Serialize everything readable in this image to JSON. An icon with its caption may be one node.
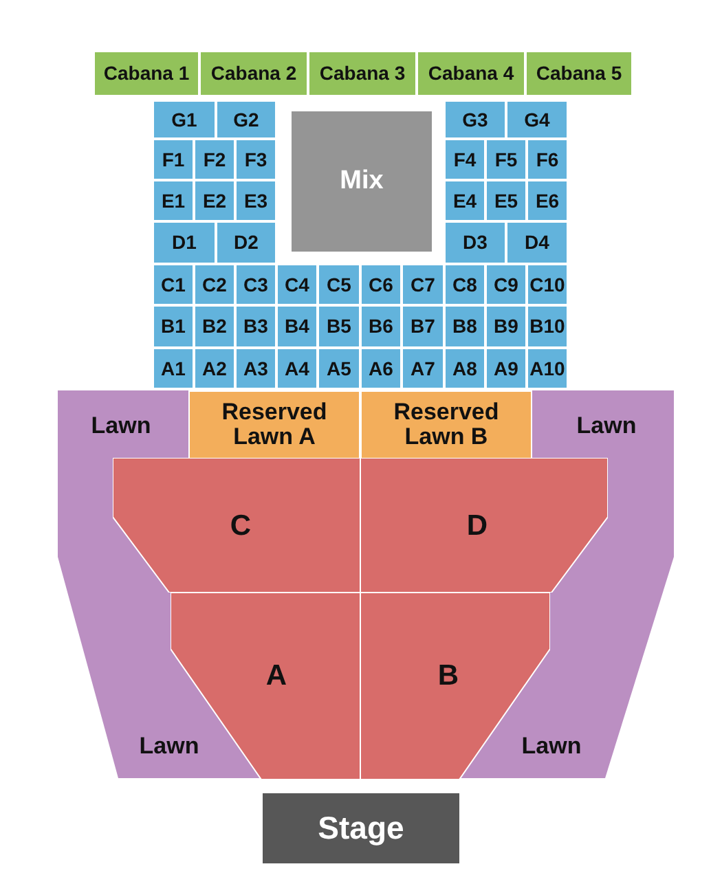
{
  "diagram": {
    "nodes": [
      {
        "text": [
          "Cabana 1"
        ]
      },
      {
        "text": [
          "Cabana 2"
        ]
      },
      {
        "text": [
          "Cabana 3"
        ]
      },
      {
        "text": [
          "Cabana 4"
        ]
      },
      {
        "text": [
          "Cabana 5"
        ]
      },
      {
        "text": [
          "G1"
        ]
      },
      {
        "text": [
          "G2"
        ]
      },
      {
        "text": [
          "Mix"
        ]
      },
      {
        "text": [
          "G3"
        ]
      },
      {
        "text": [
          "G4"
        ]
      },
      {
        "text": [
          "F1"
        ]
      },
      {
        "text": [
          "F2"
        ]
      },
      {
        "text": [
          "F3"
        ]
      },
      {
        "text": [
          "F4"
        ]
      },
      {
        "text": [
          "F5"
        ]
      },
      {
        "text": [
          "F6"
        ]
      },
      {
        "text": [
          "E1"
        ]
      },
      {
        "text": [
          "E2"
        ]
      },
      {
        "text": [
          "E3"
        ]
      },
      {
        "text": [
          "E4"
        ]
      },
      {
        "text": [
          "E5"
        ]
      },
      {
        "text": [
          "E6"
        ]
      },
      {
        "text": [
          "D1"
        ]
      },
      {
        "text": [
          "D2"
        ]
      },
      {
        "text": [
          "D3"
        ]
      },
      {
        "text": [
          "D4"
        ]
      },
      {
        "text": [
          "C1"
        ]
      },
      {
        "text": [
          "C2"
        ]
      },
      {
        "text": [
          "C3"
        ]
      },
      {
        "text": [
          "C4"
        ]
      },
      {
        "text": [
          "C5"
        ]
      },
      {
        "text": [
          "C6"
        ]
      },
      {
        "text": [
          "C7"
        ]
      },
      {
        "text": [
          "C8"
        ]
      },
      {
        "text": [
          "C9"
        ]
      },
      {
        "text": [
          "C10"
        ]
      },
      {
        "text": [
          "B1"
        ]
      },
      {
        "text": [
          "B2"
        ]
      },
      {
        "text": [
          "B3"
        ]
      },
      {
        "text": [
          "B4"
        ]
      },
      {
        "text": [
          "B5"
        ]
      },
      {
        "text": [
          "B6"
        ]
      },
      {
        "text": [
          "B7"
        ]
      },
      {
        "text": [
          "B8"
        ]
      },
      {
        "text": [
          "B9"
        ]
      },
      {
        "text": [
          "B10"
        ]
      },
      {
        "text": [
          "A1"
        ]
      },
      {
        "text": [
          "A2"
        ]
      },
      {
        "text": [
          "A3"
        ]
      },
      {
        "text": [
          "A4"
        ]
      },
      {
        "text": [
          "A5"
        ]
      },
      {
        "text": [
          "A6"
        ]
      },
      {
        "text": [
          "A7"
        ]
      },
      {
        "text": [
          "A8"
        ]
      },
      {
        "text": [
          "A9"
        ]
      },
      {
        "text": [
          "A10"
        ]
      },
      {
        "text": [
          "Lawn",
          "Lawn",
          "Lawn",
          "Lawn"
        ]
      },
      {
        "text": [
          "Reserved Lawn A"
        ],
        "in": 56
      },
      {
        "text": [
          "Reserved Lawn B"
        ],
        "in": 56
      },
      {
        "text": [
          "C"
        ],
        "in": 56
      },
      {
        "text": [
          "D"
        ],
        "in": 56
      },
      {
        "text": [
          "A"
        ],
        "in": 56
      },
      {
        "text": [
          "B"
        ],
        "in": 56
      },
      {
        "text": [
          "Stage"
        ]
      }
    ],
    "edges": []
  }
}
